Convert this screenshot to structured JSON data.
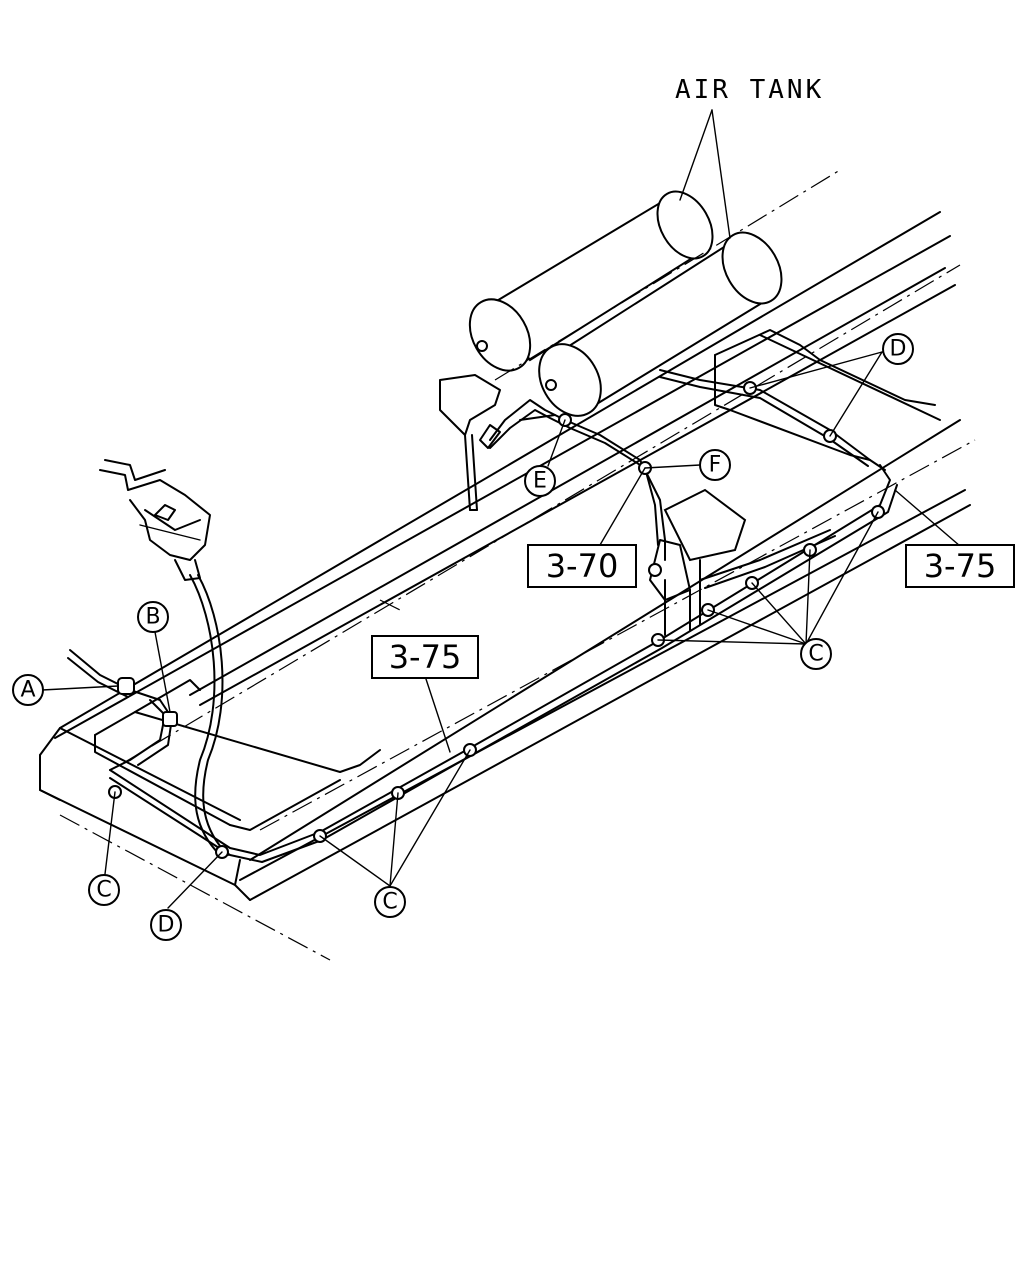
{
  "title": "AIR TANK",
  "callouts": {
    "a": "A",
    "b": "B",
    "c1": "C",
    "c2": "C",
    "c3": "C",
    "d1": "D",
    "d2": "D",
    "e": "E",
    "f": "F"
  },
  "references": {
    "ref_3_70": "3-70",
    "ref_3_75_left": "3-75",
    "ref_3_75_right": "3-75"
  }
}
